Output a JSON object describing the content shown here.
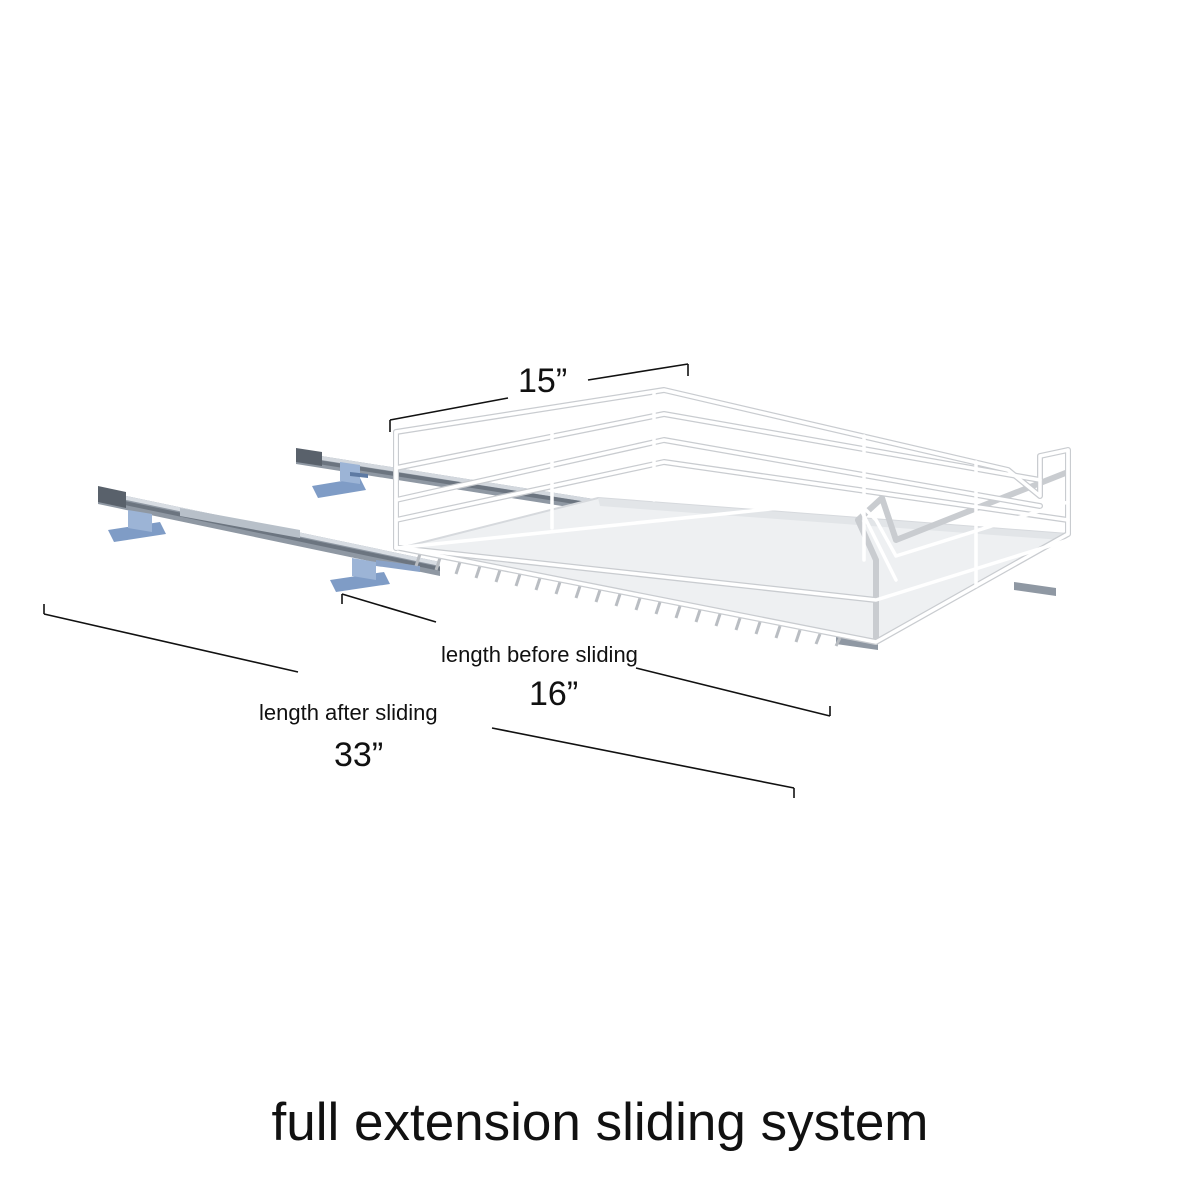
{
  "product": {
    "dimensions": {
      "width_value": "15”",
      "before_label": "length before sliding",
      "before_value": "16”",
      "after_label": "length after sliding",
      "after_value": "33”"
    },
    "caption": "full extension sliding system",
    "icons": {
      "rails": "metal-slide-rails",
      "basket": "wire-pullout-basket"
    },
    "colors": {
      "background": "#ffffff",
      "text": "#111111",
      "wire": "#ffffff",
      "wire_edge": "#c9ccd0",
      "rail": "#9ba3ad",
      "bracket": "#7f9cc6",
      "tray": "#eef0f2"
    }
  }
}
